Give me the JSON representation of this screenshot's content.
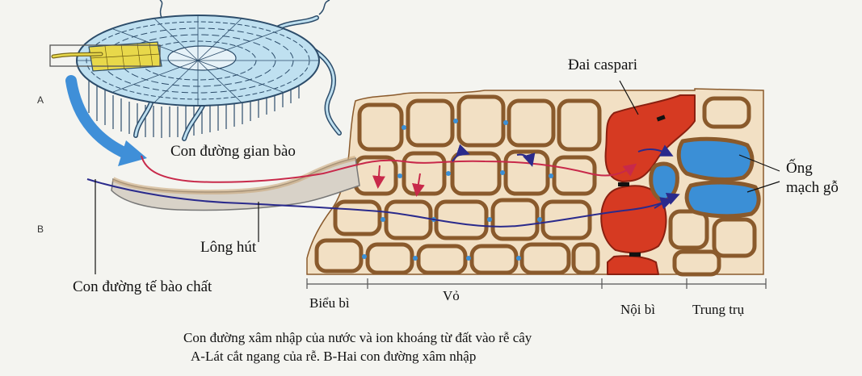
{
  "panel_labels": {
    "a": "A",
    "b": "B"
  },
  "labels": {
    "gian_bao": "Con đường gian bào",
    "te_bao_chat": "Con đường tế bào chất",
    "long_hut": "Lông hút",
    "dai_caspari": "Đai caspari",
    "ong_mach_go": [
      "Ống",
      "mạch gỗ"
    ]
  },
  "regions": {
    "bieu_bi": "Biểu bì",
    "vo": "Vỏ",
    "noi_bi": "Nội bì",
    "trung_tru": "Trung trụ"
  },
  "caption": {
    "line1": "Con đường xâm nhập của nước và ion khoáng từ đất vào rễ cây",
    "line2": "A-Lát cắt ngang của rễ.  B-Hai con đường xâm nhập"
  },
  "colors": {
    "background": "#f4f4f0",
    "cell_fill": "#f2e0c4",
    "cell_wall": "#8a5a2c",
    "endodermis": "#d63a22",
    "xylem": "#3b8fd6",
    "symplast_path": "#2a2a8c",
    "apoplast_path": "#c8294a",
    "root_section": "#bfe0f0",
    "yellow_sector": "#e8d84a",
    "transfer_arrow": "#3f8fd8"
  }
}
